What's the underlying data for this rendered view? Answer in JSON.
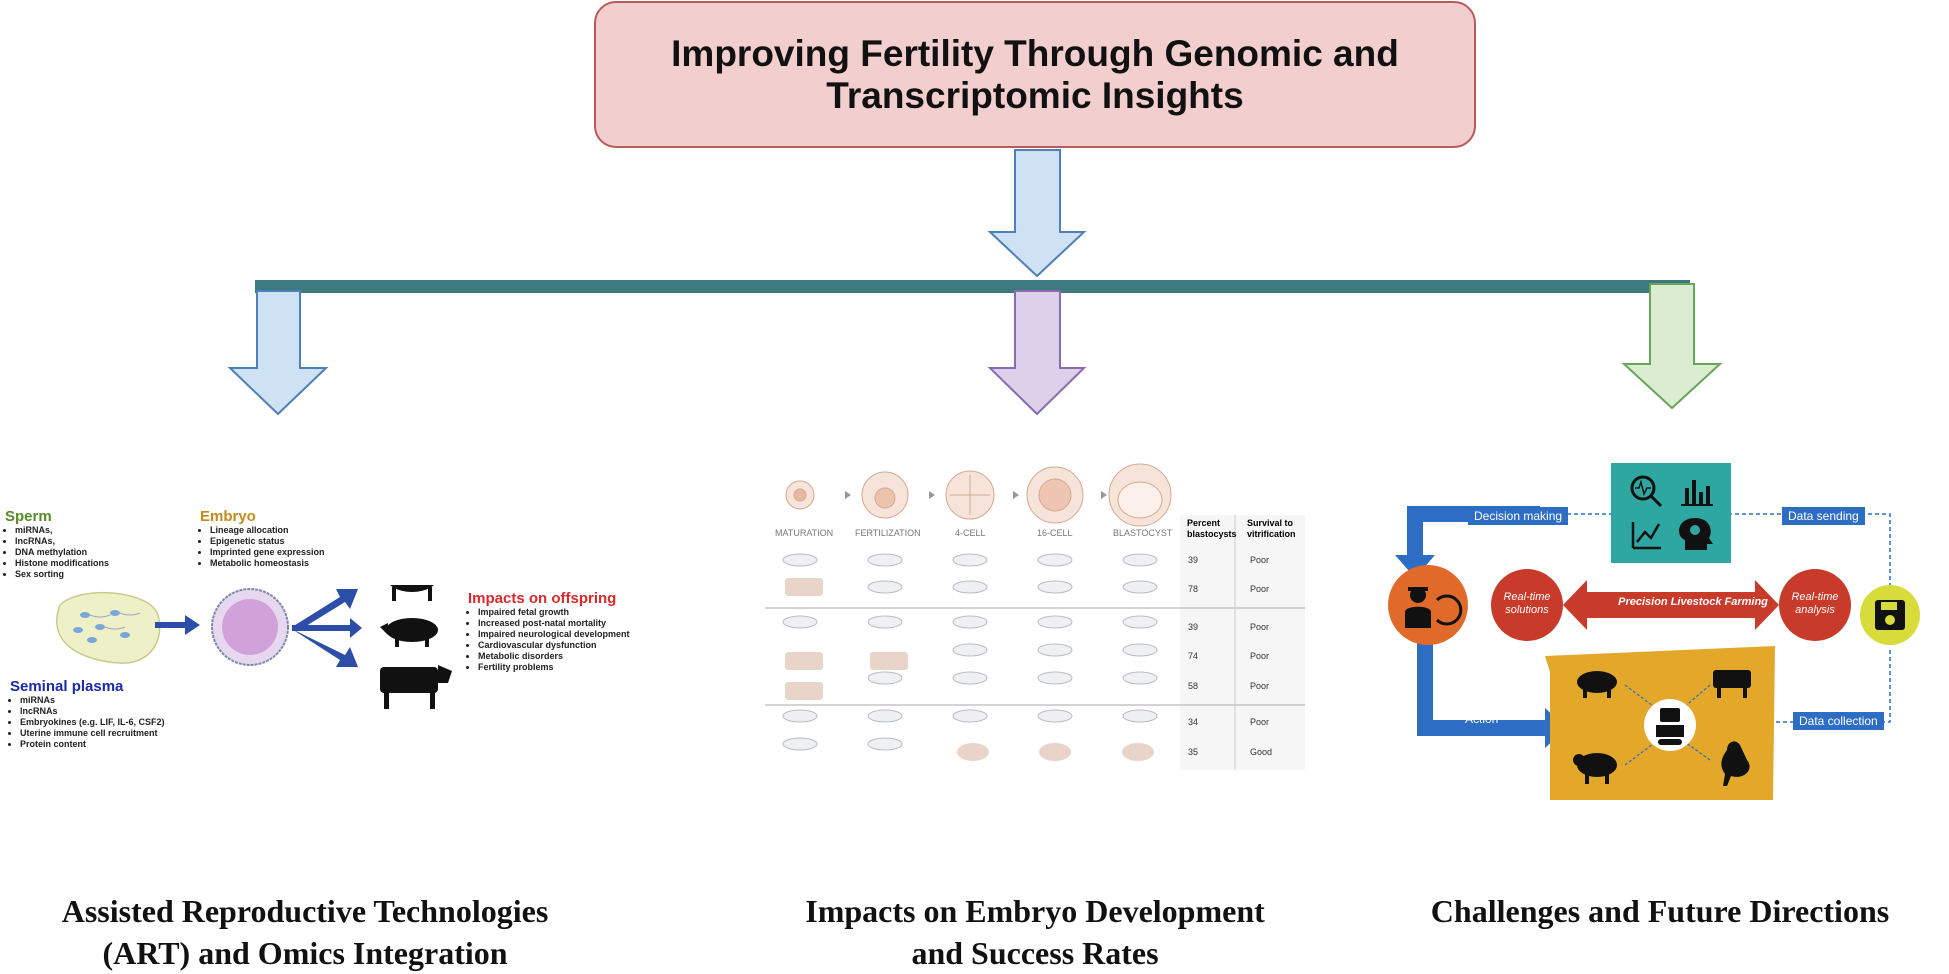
{
  "title": "Improving Fertility Through Genomic and\nTranscriptomic Insights",
  "captions": {
    "left": "Assisted Reproductive Technologies\n(ART) and Omics Integration",
    "middle": "Impacts on Embryo Development\nand Success Rates",
    "right": "Challenges and Future Directions"
  },
  "art_panel": {
    "sperm": {
      "title": "Sperm",
      "items": [
        "miRNAs,",
        "lncRNAs,",
        "DNA methylation",
        "Histone modifications",
        "Sex sorting"
      ]
    },
    "embryo": {
      "title": "Embryo",
      "items": [
        "Lineage allocation",
        "Epigenetic status",
        "Imprinted gene expression",
        "Metabolic homeostasis"
      ]
    },
    "seminal": {
      "title": "Seminal plasma",
      "items": [
        "miRNAs",
        "lncRNAs",
        "Embryokines (e.g. LIF, IL-6, CSF2)",
        "Uterine immune cell recruitment",
        "Protein content"
      ]
    },
    "offspring": {
      "title": "Impacts on offspring",
      "items": [
        "Impaired fetal growth",
        "Increased post-natal mortality",
        "Impaired neurological development",
        "Cardiovascular dysfunction",
        "Metabolic disorders",
        "Fertility problems"
      ]
    }
  },
  "embryo_panel": {
    "stages": [
      "MATURATION",
      "FERTILIZATION",
      "4-CELL",
      "16-CELL",
      "BLASTOCYST"
    ],
    "col_headers": [
      "Percent\nblastocysts",
      "Survival to\nvitrification"
    ],
    "rows": [
      {
        "percent": "39",
        "survival": "Poor"
      },
      {
        "percent": "78",
        "survival": "Poor"
      },
      {
        "percent": "39",
        "survival": "Poor"
      },
      {
        "percent": "74",
        "survival": "Poor"
      },
      {
        "percent": "58",
        "survival": "Poor"
      },
      {
        "percent": "34",
        "survival": "Poor"
      },
      {
        "percent": "35",
        "survival": "Good"
      }
    ]
  },
  "plf_panel": {
    "decision": "Decision making",
    "data_sending": "Data sending",
    "realtime_solutions": "Real-time\nsolutions",
    "plf": "Precision Livestock Farming",
    "realtime_analysis": "Real-time\nanalysis",
    "action": "Action",
    "data_collection": "Data collection"
  },
  "colors": {
    "title_fill": "#f2cece",
    "title_stroke": "#b85a5a",
    "bar": "#3d7a80",
    "arrow_blue": "#cfe2f3",
    "arrow_purple": "#dcd0ea",
    "arrow_green": "#dcecd0"
  }
}
